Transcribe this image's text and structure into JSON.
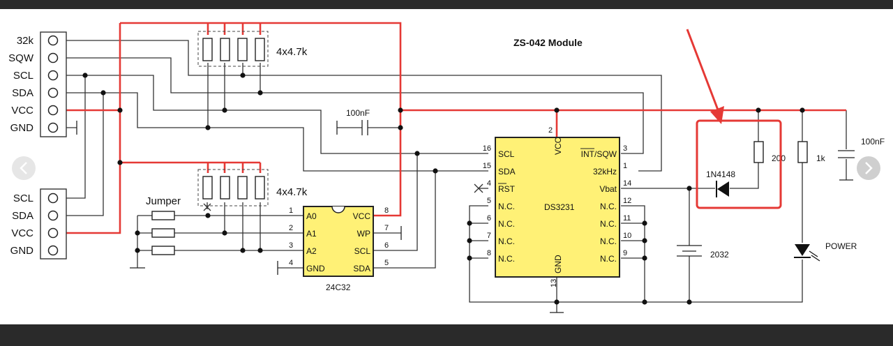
{
  "title": "ZS-042 Module",
  "top_connector": [
    "32k",
    "SQW",
    "SCL",
    "SDA",
    "VCC",
    "GND"
  ],
  "bottom_connector": [
    "SCL",
    "SDA",
    "VCC",
    "GND"
  ],
  "resistor_array_label": "4x4.7k",
  "jumper_label": "Jumper",
  "cap_label_left": "100nF",
  "cap_label_right": "100nF",
  "eeprom": {
    "name": "24C32",
    "left_pins": [
      {
        "num": "1",
        "name": "A0"
      },
      {
        "num": "2",
        "name": "A1"
      },
      {
        "num": "3",
        "name": "A2"
      },
      {
        "num": "4",
        "name": "GND"
      }
    ],
    "right_pins": [
      {
        "num": "8",
        "name": "VCC"
      },
      {
        "num": "7",
        "name": "WP"
      },
      {
        "num": "6",
        "name": "SCL"
      },
      {
        "num": "5",
        "name": "SDA"
      }
    ]
  },
  "rtc": {
    "name": "DS3231",
    "top_pin": {
      "num": "2",
      "name": "VCC"
    },
    "bottom_pin": {
      "num": "13",
      "name": "GND"
    },
    "left_pins": [
      {
        "num": "16",
        "name": "SCL"
      },
      {
        "num": "15",
        "name": "SDA"
      },
      {
        "num": "4",
        "name": "RST"
      },
      {
        "num": "5",
        "name": "N.C."
      },
      {
        "num": "6",
        "name": "N.C."
      },
      {
        "num": "7",
        "name": "N.C."
      },
      {
        "num": "8",
        "name": "N.C."
      }
    ],
    "right_pins": [
      {
        "num": "3",
        "name": "INT/SQW"
      },
      {
        "num": "1",
        "name": "32kHz"
      },
      {
        "num": "14",
        "name": "Vbat"
      },
      {
        "num": "12",
        "name": "N.C."
      },
      {
        "num": "11",
        "name": "N.C."
      },
      {
        "num": "10",
        "name": "N.C."
      },
      {
        "num": "9",
        "name": "N.C."
      }
    ]
  },
  "diode_label": "1N4148",
  "resistor_200_label": "200",
  "resistor_1k_label": "1k",
  "battery_label": "2032",
  "led_label": "POWER",
  "colors": {
    "background": "#ffffff",
    "frame": "#2a2a2a",
    "power_wire": "#e53935",
    "chip_fill": "#fff176",
    "highlight": "#e53935"
  },
  "nav": {
    "prev_icon": "chevron-left-icon",
    "next_icon": "chevron-right-icon"
  }
}
